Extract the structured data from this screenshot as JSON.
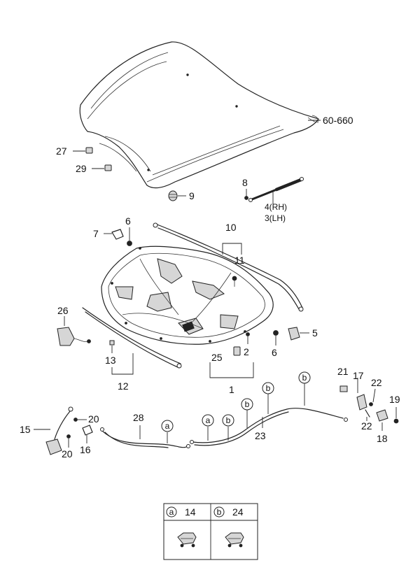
{
  "callouts": {
    "c1": "1",
    "c2": "2",
    "c3": "3(LH)",
    "c4": "4(RH)",
    "c5": "5",
    "c6a": "6",
    "c6b": "6",
    "c7": "7",
    "c8": "8",
    "c9": "9",
    "c10": "10",
    "c11": "11",
    "c12": "12",
    "c13": "13",
    "c15": "15",
    "c16": "16",
    "c17": "17",
    "c18": "18",
    "c19": "19",
    "c20a": "20",
    "c20b": "20",
    "c21": "21",
    "c22a": "22",
    "c22b": "22",
    "c23": "23",
    "c25": "25",
    "c26": "26",
    "c27": "27",
    "c28": "28",
    "c29": "29",
    "ref": "60-660"
  },
  "markers": {
    "a1": "a",
    "a2": "a",
    "b1": "b",
    "b2": "b",
    "b3": "b",
    "b4": "b"
  },
  "legend": {
    "left_letter": "a",
    "left_part": "14",
    "right_letter": "b",
    "right_part": "24"
  }
}
